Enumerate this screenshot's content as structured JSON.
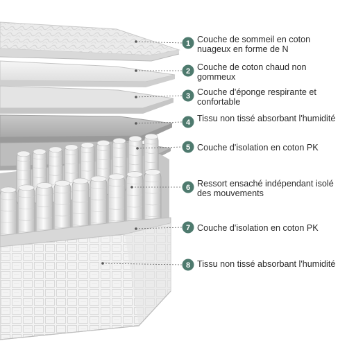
{
  "accent_color": "#4e7a6e",
  "layers": [
    {
      "number": "1",
      "text": "Couche de sommeil en coton nuageux en forme de N"
    },
    {
      "number": "2",
      "text": "Couche de coton chaud non gommeux"
    },
    {
      "number": "3",
      "text": "Couche d'éponge respirante et confortable"
    },
    {
      "number": "4",
      "text": "Tissu non tissé absorbant l'humidité"
    },
    {
      "number": "5",
      "text": "Couche d'isolation en coton PK"
    },
    {
      "number": "6",
      "text": "Ressort ensaché indépendant isolé des mouvements"
    },
    {
      "number": "7",
      "text": "Couche d'isolation en coton PK"
    },
    {
      "number": "8",
      "text": "Tissu non tissé absorbant l'humidité"
    }
  ]
}
